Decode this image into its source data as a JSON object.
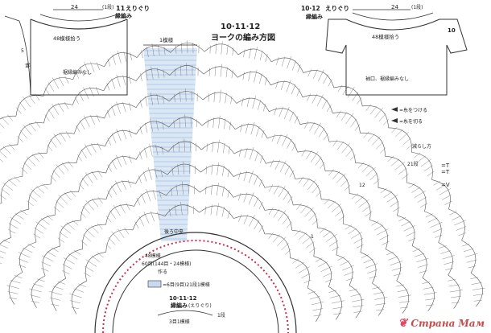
{
  "title": {
    "numbers": "10·11·12",
    "text": "ヨークの編み方図"
  },
  "left_schematic": {
    "model": "11",
    "label": "えりぐり",
    "sub": "縁編み",
    "width_label": "24",
    "row_label": "(1段)",
    "pickup": "48模様拾う",
    "side_note": "袖",
    "bottom_note": "裾縁編みなし",
    "height_label": "5"
  },
  "right_schematic": {
    "model": "10·12",
    "label": "えりぐり",
    "sub": "縁編み",
    "width_label": "24",
    "row_label": "(1段)",
    "pickup": "48模様拾う",
    "sleeve_num": "10",
    "bottom_note": "袖口、裾縁編みなし"
  },
  "diagram": {
    "repeat_label": "1模様",
    "back_center": "後ろ中央",
    "rows_pattern": "48模様",
    "cast_on": "60目(144目・24模様)",
    "make": "作る",
    "row_21": "21段",
    "row_12": "12",
    "row_1": "1",
    "legend_highlight": "=6目(9目)21段1模様",
    "legend_title_nums": "10·11·12",
    "legend_title": "縁編み",
    "legend_sub": "(えりぐり)",
    "legend_row": "1段",
    "legend_bottom": "3目1模様",
    "symbol_note_1": "=糸をつける",
    "symbol_note_2": "=糸を切る",
    "symbol_note_3": "減らし方",
    "symbol_t1": "=T",
    "symbol_t2": "=T",
    "symbol_v": "=V"
  },
  "watermark": {
    "text": "Страна Мам"
  },
  "colors": {
    "highlight": "#c9daf0",
    "red_edge": "#c9304b",
    "line": "#333333"
  }
}
